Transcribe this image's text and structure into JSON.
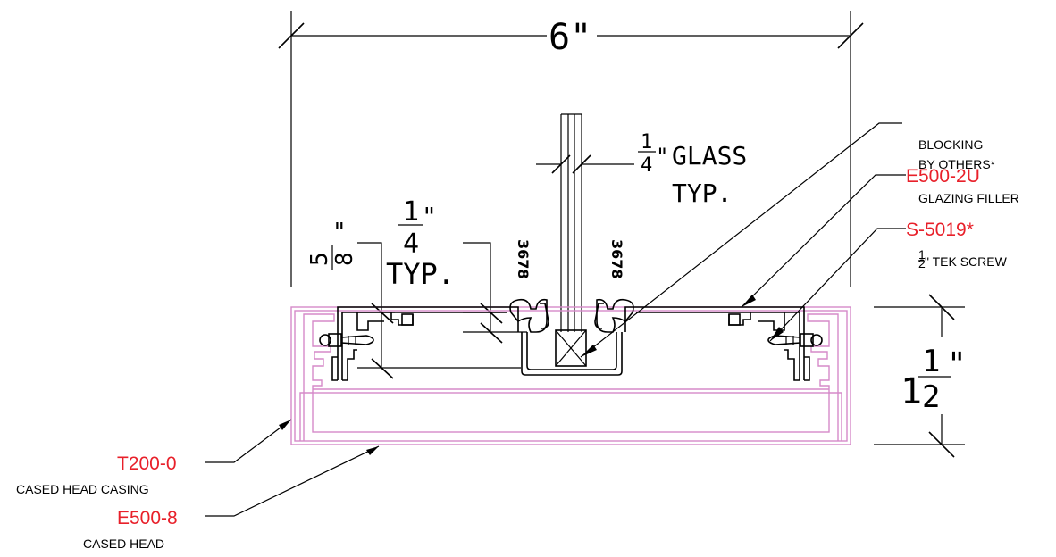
{
  "dimensions": {
    "overall_width": "6\"",
    "glass_num": "1",
    "glass_den": "4",
    "glass_inch": "\"",
    "glass_word": "GLASS",
    "glass_typ": "TYP.",
    "quarter_num": "1",
    "quarter_den": "4",
    "quarter_inch": "\"",
    "quarter_typ": "TYP.",
    "fiveeighths_num": "5",
    "fiveeighths_den": "8",
    "fiveeighths_inch": "\"",
    "height_whole": "1",
    "height_num": "1",
    "height_den": "2",
    "height_inch": "\"",
    "gasket_left": "3678",
    "gasket_right": "3678"
  },
  "callouts": {
    "blocking_line1": "BLOCKING",
    "blocking_line2": "BY OTHERS*",
    "e5002u_code": "E500-2U",
    "e5002u_desc": "GLAZING FILLER",
    "s5019_code": "S-5019*",
    "s5019_frac_num": "1",
    "s5019_frac_den": "2",
    "s5019_desc": "\" TEK SCREW",
    "t2000_code": "T200-0",
    "t2000_desc": "CASED HEAD CASING",
    "e5008_code": "E500-8",
    "e5008_desc": "CASED HEAD"
  },
  "colors": {
    "callout_code": "#e8202a",
    "casing": "#d58ac9",
    "linework": "#000000"
  }
}
